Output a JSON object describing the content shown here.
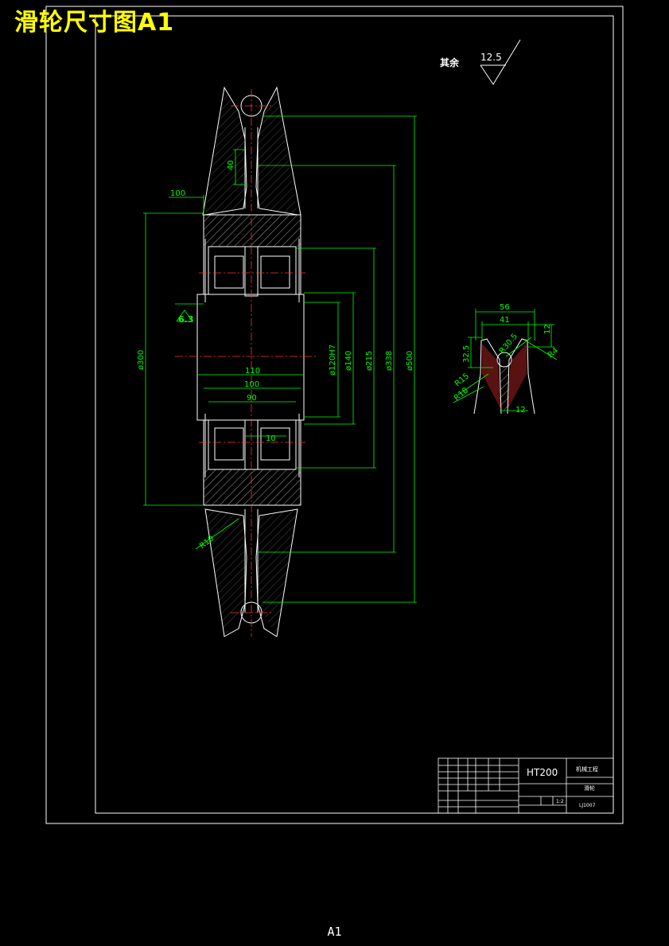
{
  "title": "滑轮尺寸图A1",
  "sheet_label": "A1",
  "roughness": {
    "label": "其余",
    "value": "12.5",
    "bore_value": "6.3"
  },
  "dimensions": {
    "d300": "ø300",
    "d120": "ø120H7",
    "d140": "ø140",
    "d215": "ø215",
    "d338": "ø338",
    "d500": "ø500",
    "w110": "110",
    "w100": "100",
    "w90": "90",
    "w10": "10",
    "h40": "40",
    "top100": "100",
    "r10": "R10"
  },
  "groove_detail": {
    "w56": "56",
    "w41": "41",
    "h12": "12",
    "h32": "32.5",
    "r30": "R30.5",
    "r4": "R4",
    "r15": "R15",
    "r18": "R18",
    "b12": "12"
  },
  "title_block": {
    "material": "HT200",
    "name": "滑轮",
    "school": "机械工程",
    "scale": "1:2",
    "code": "LJ1007"
  }
}
